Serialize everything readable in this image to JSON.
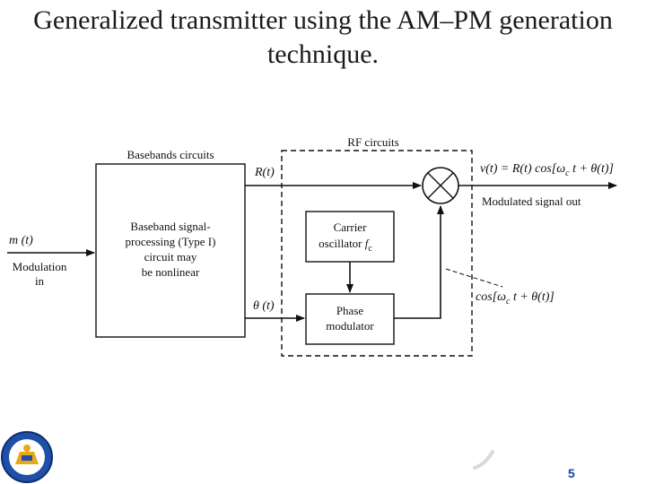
{
  "slide": {
    "title_line1": "Generalized transmitter using the AM–PM generation",
    "title_line2": "technique.",
    "page_number": "5"
  },
  "diagram": {
    "baseband_circuits_label": "Basebands circuits",
    "rf_circuits_label": "RF circuits",
    "baseband_block": [
      "Baseband signal-",
      "processing (Type I)",
      "circuit may",
      "be nonlinear"
    ],
    "input_signal": "m (t)",
    "input_label": [
      "Modulation",
      "in"
    ],
    "r_signal": "R(t)",
    "theta_signal": "θ (t)",
    "carrier_block": [
      "Carrier",
      "oscillator f"
    ],
    "carrier_subscript": "c",
    "phase_block": [
      "Phase",
      "modulator"
    ],
    "output_equation": "v(t) = R(t) cos[ω t + θ(t)]",
    "output_label": "Modulated signal out",
    "phase_output": "cos[ω t + θ(t)]"
  },
  "colors": {
    "accent": "#1a3fb0",
    "logo_blue": "#1f4fa8",
    "logo_gold": "#e8a817"
  }
}
